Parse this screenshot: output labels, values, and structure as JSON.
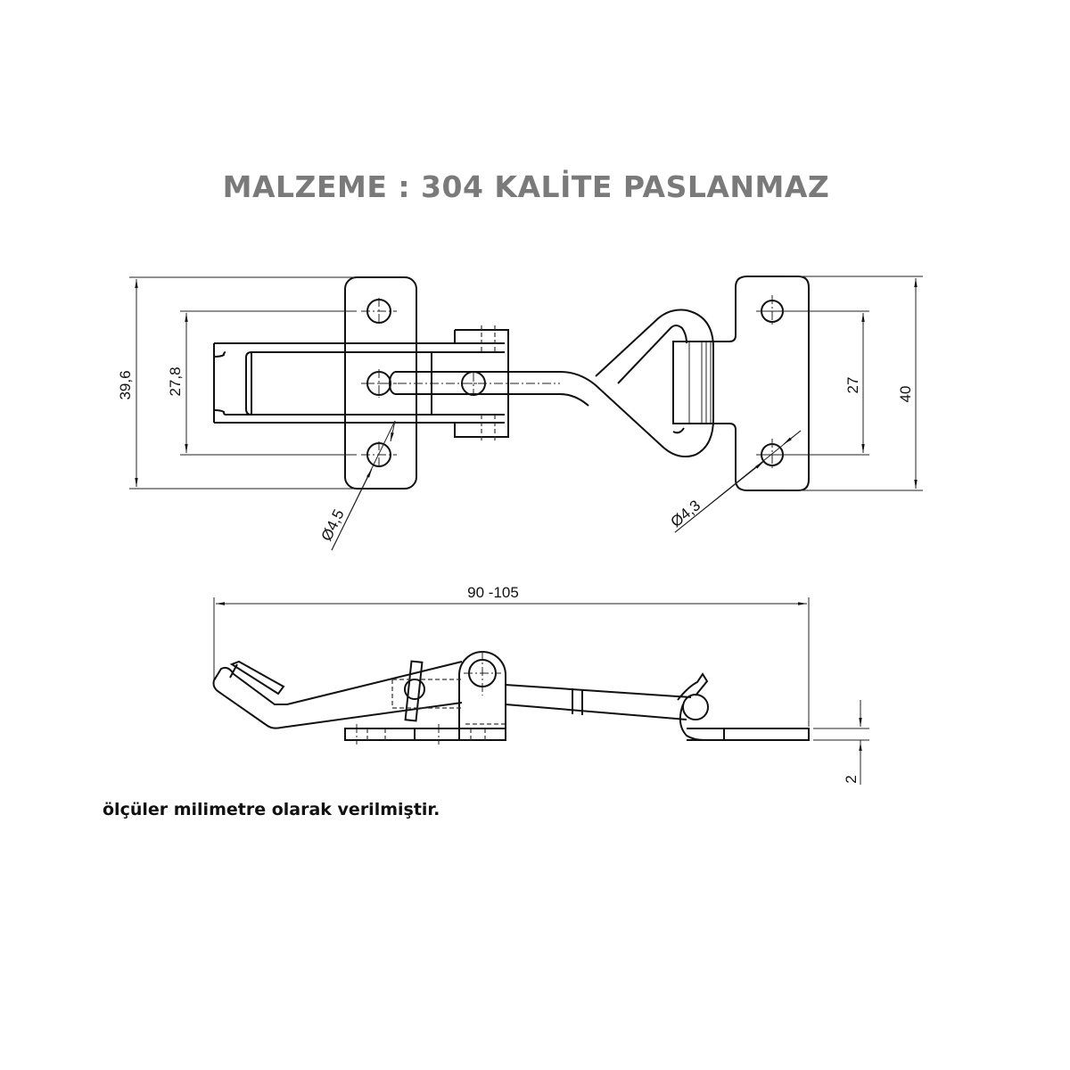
{
  "title": "MALZEME : 304 KALİTE PASLANMAZ",
  "note": "ölçüler milimetre olarak verilmiştir.",
  "dimensions": {
    "left_overall_height": "39,6",
    "left_hole_spacing": "27,8",
    "left_hole_diameter": "Ø4,5",
    "right_hole_spacing": "27",
    "right_overall_height": "40",
    "right_hole_diameter": "Ø4,3",
    "overall_length": "90 -105",
    "plate_thickness": "2"
  }
}
